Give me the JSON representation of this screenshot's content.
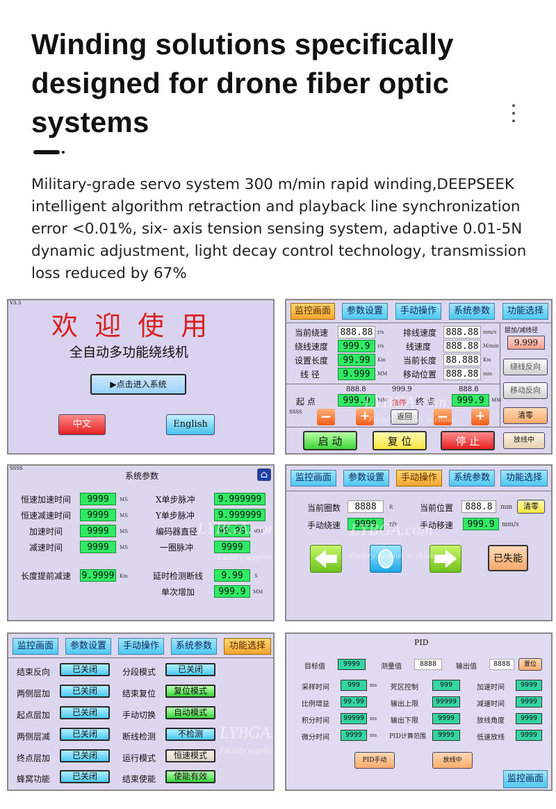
{
  "header": {
    "title": "Winding solutions specifically designed for drone fiber optic systems",
    "description": "Military-grade servo system 300 m/min rapid winding,DEEPSEEK intelligent algorithm retraction and playback line synchronization error <0.01%, six- axis tension sensing system, adaptive 0.01-5N dynamic adjustment, light decay control technology, transmission loss reduced by 67%"
  },
  "watermark": {
    "brand": "LYBGA.com",
    "tagline": "Factory supplier in china"
  },
  "welcome": {
    "version": "V3.3",
    "title": "欢 迎 使 用",
    "subtitle": "全自动多功能绕线机",
    "enter": "▶点击进入系统",
    "chinese": "中文",
    "english": "English"
  },
  "tabs": [
    "监控画面",
    "参数设置",
    "手动操作",
    "系统参数",
    "功能选择"
  ],
  "monitor": {
    "r1l": "当前绕速",
    "r1v": "888.88",
    "r1u": "r/s",
    "r1l2": "排线速度",
    "r1v2": "888.88",
    "r1u2": "mm/s",
    "r2l": "绕线速度",
    "r2v": "999.9",
    "r2u": "r/s",
    "r2l2": "线速度",
    "r2v2": "888.88",
    "r2u2": "M/min",
    "r3l": "设置长度",
    "r3v": "99.99",
    "r3u": "Km",
    "r3l2": "当前长度",
    "r3v2": "88.888",
    "r3u2": "Km",
    "r4l": "线 径",
    "r4v": "9.999",
    "r4u": "MM",
    "r4l2": "移动位置",
    "r4v2": "888.88",
    "r4u2": "mm",
    "side_label": "层加/减线径",
    "side_val": "9.999",
    "rev_wind": "绕线反向",
    "rev_move": "移动反向",
    "clear": "清零",
    "start_label": "起 点",
    "start_top": "888.8",
    "start_val": "999.9",
    "start_unit": "MM",
    "mid_top": "999.9",
    "stop_red": "急停",
    "end_label": "终 点",
    "end_top": "888.8",
    "end_val": "999.9",
    "end_unit": "MM",
    "ssss": "SSSS",
    "minus": "−",
    "plus": "+",
    "back": "返回",
    "start_btn": "启 动",
    "reset_btn": "复 位",
    "stop_btn": "停 止",
    "release_btn": "放线中"
  },
  "sysparams": {
    "ssss": "SSSS",
    "title": "系统参数",
    "home_icon": "⌂",
    "l1": "恒速加速时间",
    "v1": "9999",
    "u1": "MS",
    "l2": "恒速减速时间",
    "v2": "9999",
    "u2": "MS",
    "l3": "加速时间",
    "v3": "9999",
    "u3": "MS",
    "l4": "减速时间",
    "v4": "9999",
    "u4": "MS",
    "r1": "X单步脉冲",
    "rv1": "9.999999",
    "r2": "Y单步脉冲",
    "rv2": "9.999999",
    "r3": "编码器直径",
    "rv3": "99.99",
    "ru3": "MM",
    "r4": "一圈脉冲",
    "rv4": "9999",
    "l5": "长度提前减速",
    "v5": "9.9999",
    "u5": "Km",
    "r5": "延时检测断线",
    "rv5": "9.99",
    "ru5": "S",
    "r6": "单次增加",
    "rv6": "999.9",
    "ru6": "MM"
  },
  "manual": {
    "l1": "当前圈数",
    "v1": "8888",
    "u1": "R",
    "l2": "当前位置",
    "v2": "888.8",
    "u2": "mm",
    "clear": "清零",
    "l3": "手动绕速",
    "v3": "9999",
    "u3": "r/s",
    "l4": "手动移速",
    "v4": "999.9",
    "u4": "mm/s",
    "disabled": "已失能"
  },
  "funcsel": {
    "items": [
      {
        "l": "结束反向",
        "v": "已关闭",
        "l2": "分段模式",
        "v2": "已关闭"
      },
      {
        "l": "两侧层加",
        "v": "已关闭",
        "l2": "结束复位",
        "v2": "复位模式"
      },
      {
        "l": "起点层加",
        "v": "已关闭",
        "l2": "手动切换",
        "v2": "自动模式"
      },
      {
        "l": "两侧层减",
        "v": "已关闭",
        "l2": "断线检测",
        "v2": "不检测"
      },
      {
        "l": "终点层加",
        "v": "已关闭",
        "l2": "运行模式",
        "v2": "恒速模式"
      },
      {
        "l": "蜂窝功能",
        "v": "已关闭",
        "l2": "结束使能",
        "v2": "使能有效"
      }
    ]
  },
  "pid": {
    "title": "PID",
    "target_l": "目标值",
    "target_v": "9999",
    "measure_l": "测量值",
    "measure_v": "8888",
    "output_l": "输出值",
    "output_v": "8888",
    "reset": "置位",
    "rows": [
      {
        "a": "采样时间",
        "av": "999",
        "au": "ms",
        "b": "死区控制",
        "bv": "999",
        "c": "加速时间",
        "cv": "9999"
      },
      {
        "a": "比例增益",
        "av": "99.99",
        "au": "",
        "b": "输出上限",
        "bv": "99999",
        "c": "减速时间",
        "cv": "9999"
      },
      {
        "a": "积分时间",
        "av": "99999",
        "au": "ms",
        "b": "输出下限",
        "bv": "9999",
        "c": "放线角度",
        "cv": "9999"
      },
      {
        "a": "微分时间",
        "av": "9999",
        "au": "ms",
        "b": "PID计算范围",
        "bv": "9999",
        "c": "低速放线",
        "cv": "9999"
      }
    ],
    "pid_manual": "PID手动",
    "releasing": "放线中",
    "monitor": "监控画面"
  }
}
